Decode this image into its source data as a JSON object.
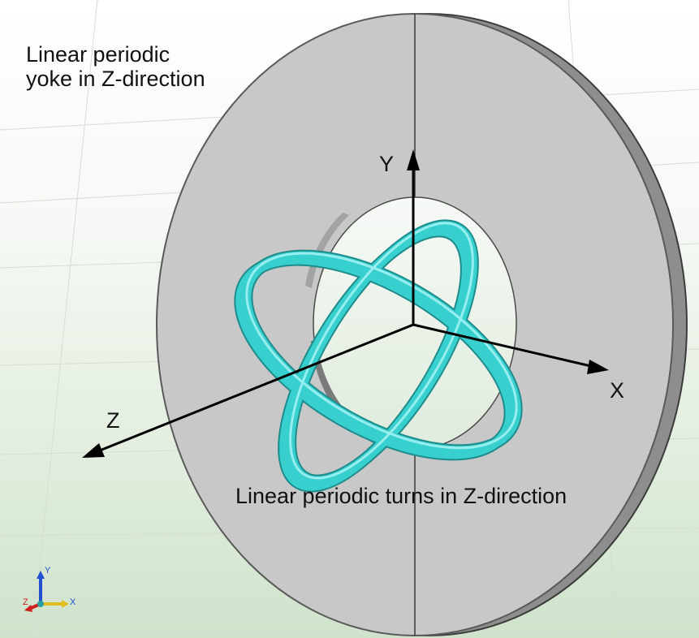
{
  "annotations": {
    "yoke_line1": "Linear periodic",
    "yoke_line2": "yoke in Z-direction",
    "turns": "Linear periodic turns in Z-direction"
  },
  "axes": {
    "x": "X",
    "y": "Y",
    "z": "Z"
  },
  "triad": {
    "x": "X",
    "y": "Y",
    "z": "Z"
  },
  "colors": {
    "yoke_face": "#c8c8c8",
    "yoke_edge": "#5a5a5a",
    "coil": "#38cfcf",
    "triad_x": "#e0c020",
    "triad_y": "#2050d0",
    "triad_z": "#d02020",
    "background_bottom": "#cfe3cb"
  }
}
